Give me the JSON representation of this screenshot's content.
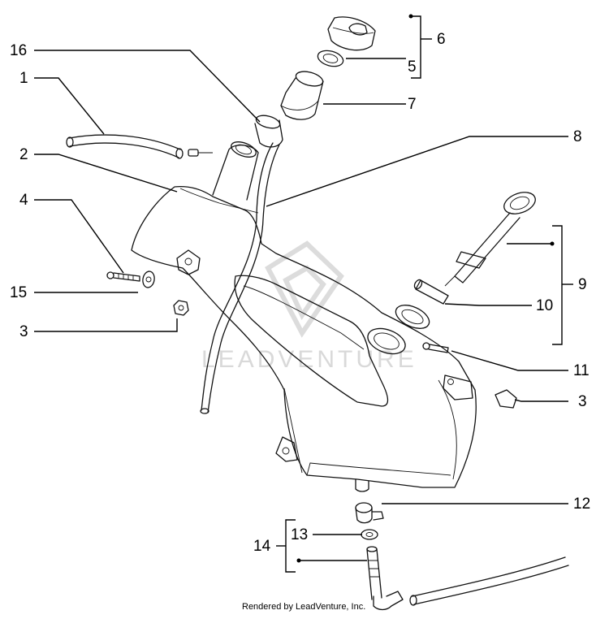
{
  "watermark": "LEADVENTURE",
  "credit": "Rendered by LeadVenture, Inc.",
  "callouts": {
    "c1": "1",
    "c2": "2",
    "c3a": "3",
    "c3b": "3",
    "c4": "4",
    "c5": "5",
    "c6": "6",
    "c7": "7",
    "c8": "8",
    "c9": "9",
    "c10": "10",
    "c11": "11",
    "c12": "12",
    "c13": "13",
    "c14": "14",
    "c15": "15",
    "c16": "16"
  }
}
